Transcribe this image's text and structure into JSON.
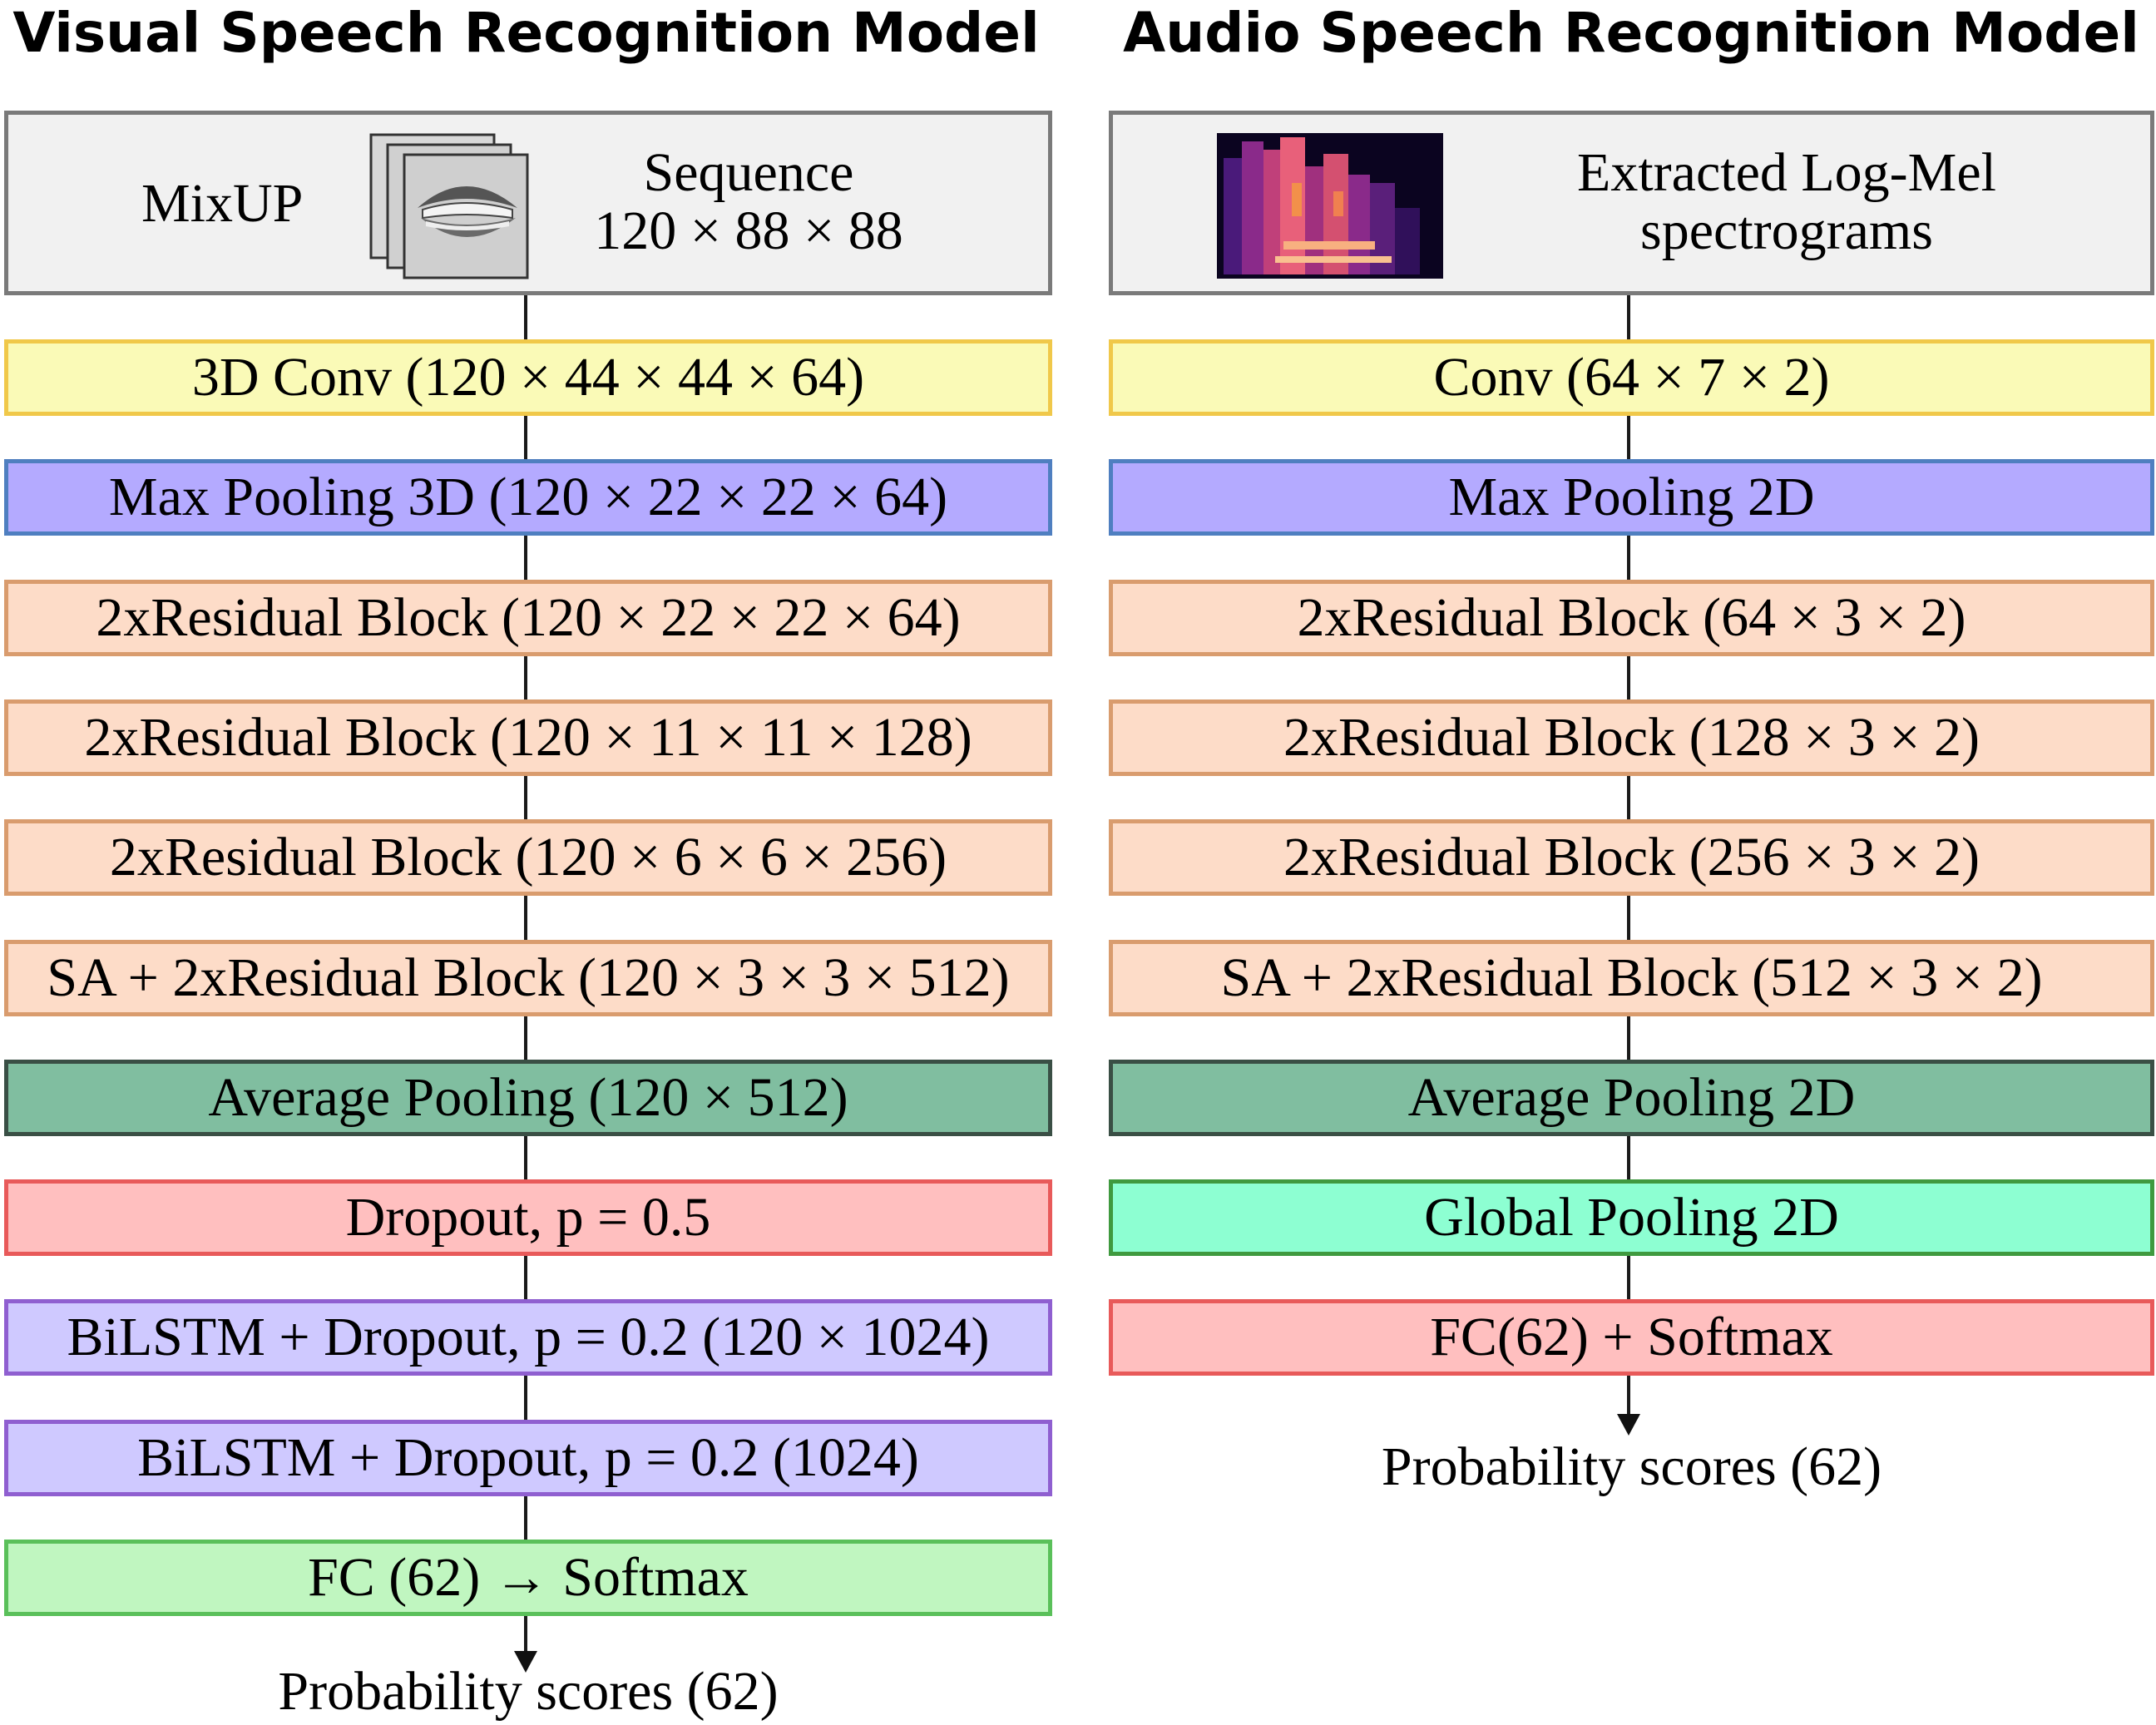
{
  "visual": {
    "title": "Visual Speech Recognition Model",
    "input": {
      "left_label": "MixUP",
      "right_label_line1": "Sequence",
      "right_label_line2": "120 × 88 × 88",
      "image_icon": "mouth-frames-icon"
    },
    "blocks": [
      {
        "label": "3D Conv (120 × 44 × 44 × 64)",
        "kind": "conv"
      },
      {
        "label": "Max Pooling 3D (120 × 22 × 22 × 64)",
        "kind": "maxp"
      },
      {
        "label": "2xResidual Block (120 × 22 × 22 × 64)",
        "kind": "resid"
      },
      {
        "label": "2xResidual Block (120 × 11 × 11 × 128)",
        "kind": "resid"
      },
      {
        "label": "2xResidual Block (120 × 6 × 6 × 256)",
        "kind": "resid"
      },
      {
        "label": "SA + 2xResidual Block (120 × 3 × 3 × 512)",
        "kind": "resid"
      },
      {
        "label": "Average Pooling (120 × 512)",
        "kind": "avgp"
      },
      {
        "label": "Dropout, p = 0.5",
        "kind": "drop"
      },
      {
        "label": "BiLSTM + Dropout, p = 0.2 (120 × 1024)",
        "kind": "lstm"
      },
      {
        "label": "BiLSTM + Dropout, p = 0.2 (1024)",
        "kind": "lstm"
      },
      {
        "label": "FC (62) → Softmax",
        "kind": "fcv"
      }
    ],
    "output": "Probability scores (62)"
  },
  "audio": {
    "title": "Audio Speech Recognition Model",
    "input": {
      "label_line1": "Extracted Log-Mel",
      "label_line2": "spectrograms",
      "image_icon": "spectrogram-icon"
    },
    "blocks": [
      {
        "label": "Conv (64 × 7 × 2)",
        "kind": "conv"
      },
      {
        "label": "Max Pooling 2D",
        "kind": "maxp"
      },
      {
        "label": "2xResidual Block (64 × 3 × 2)",
        "kind": "resid"
      },
      {
        "label": "2xResidual Block (128 × 3 × 2)",
        "kind": "resid"
      },
      {
        "label": "2xResidual Block (256 × 3 × 2)",
        "kind": "resid"
      },
      {
        "label": "SA + 2xResidual Block (512 × 3 × 2)",
        "kind": "resid"
      },
      {
        "label": "Average Pooling 2D",
        "kind": "avgp"
      },
      {
        "label": "Global Pooling 2D",
        "kind": "glob"
      },
      {
        "label": "FC(62) +  Softmax",
        "kind": "fca"
      }
    ],
    "output": "Probability scores (62)"
  },
  "colors": {
    "conv": "#fafab7",
    "maxp": "#b4aaff",
    "resid": "#fddcc8",
    "avgp": "#80bea0",
    "drop": "#ffbfbf",
    "lstm": "#cfc9ff",
    "fcv": "#c0f6c0",
    "glob": "#8dffd2",
    "fca": "#ffbfbf"
  }
}
